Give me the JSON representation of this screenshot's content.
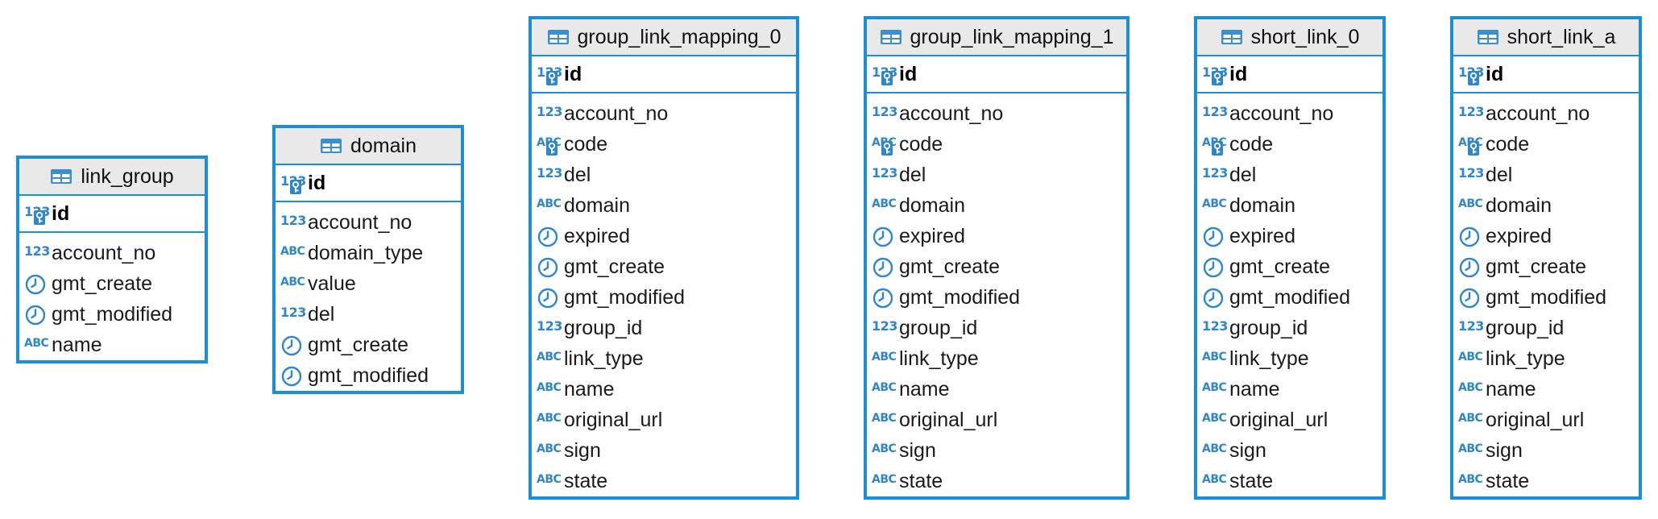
{
  "colors": {
    "border": "#1a8fd6",
    "header_bg": "#e9e9e9",
    "icon": "#2f86c8"
  },
  "entities": [
    {
      "key": "link_group",
      "name": "link_group",
      "pk": {
        "name": "id",
        "type": "number"
      },
      "columns": [
        {
          "name": "account_no",
          "type": "number"
        },
        {
          "name": "gmt_create",
          "type": "datetime"
        },
        {
          "name": "gmt_modified",
          "type": "datetime"
        },
        {
          "name": "name",
          "type": "text"
        }
      ]
    },
    {
      "key": "domain",
      "name": "domain",
      "pk": {
        "name": "id",
        "type": "number"
      },
      "columns": [
        {
          "name": "account_no",
          "type": "number"
        },
        {
          "name": "domain_type",
          "type": "text"
        },
        {
          "name": "value",
          "type": "text"
        },
        {
          "name": "del",
          "type": "number"
        },
        {
          "name": "gmt_create",
          "type": "datetime"
        },
        {
          "name": "gmt_modified",
          "type": "datetime"
        }
      ]
    },
    {
      "key": "group_link_mapping_0",
      "name": "group_link_mapping_0",
      "pk": {
        "name": "id",
        "type": "number"
      },
      "columns": [
        {
          "name": "account_no",
          "type": "number"
        },
        {
          "name": "code",
          "type": "text-key"
        },
        {
          "name": "del",
          "type": "number"
        },
        {
          "name": "domain",
          "type": "text"
        },
        {
          "name": "expired",
          "type": "datetime"
        },
        {
          "name": "gmt_create",
          "type": "datetime"
        },
        {
          "name": "gmt_modified",
          "type": "datetime"
        },
        {
          "name": "group_id",
          "type": "number"
        },
        {
          "name": "link_type",
          "type": "text"
        },
        {
          "name": "name",
          "type": "text"
        },
        {
          "name": "original_url",
          "type": "text"
        },
        {
          "name": "sign",
          "type": "text"
        },
        {
          "name": "state",
          "type": "text"
        }
      ]
    },
    {
      "key": "group_link_mapping_1",
      "name": "group_link_mapping_1",
      "pk": {
        "name": "id",
        "type": "number"
      },
      "columns": [
        {
          "name": "account_no",
          "type": "number"
        },
        {
          "name": "code",
          "type": "text-key"
        },
        {
          "name": "del",
          "type": "number"
        },
        {
          "name": "domain",
          "type": "text"
        },
        {
          "name": "expired",
          "type": "datetime"
        },
        {
          "name": "gmt_create",
          "type": "datetime"
        },
        {
          "name": "gmt_modified",
          "type": "datetime"
        },
        {
          "name": "group_id",
          "type": "number"
        },
        {
          "name": "link_type",
          "type": "text"
        },
        {
          "name": "name",
          "type": "text"
        },
        {
          "name": "original_url",
          "type": "text"
        },
        {
          "name": "sign",
          "type": "text"
        },
        {
          "name": "state",
          "type": "text"
        }
      ]
    },
    {
      "key": "short_link_0",
      "name": "short_link_0",
      "pk": {
        "name": "id",
        "type": "number"
      },
      "columns": [
        {
          "name": "account_no",
          "type": "number"
        },
        {
          "name": "code",
          "type": "text-key"
        },
        {
          "name": "del",
          "type": "number"
        },
        {
          "name": "domain",
          "type": "text"
        },
        {
          "name": "expired",
          "type": "datetime"
        },
        {
          "name": "gmt_create",
          "type": "datetime"
        },
        {
          "name": "gmt_modified",
          "type": "datetime"
        },
        {
          "name": "group_id",
          "type": "number"
        },
        {
          "name": "link_type",
          "type": "text"
        },
        {
          "name": "name",
          "type": "text"
        },
        {
          "name": "original_url",
          "type": "text"
        },
        {
          "name": "sign",
          "type": "text"
        },
        {
          "name": "state",
          "type": "text"
        }
      ]
    },
    {
      "key": "short_link_a",
      "name": "short_link_a",
      "pk": {
        "name": "id",
        "type": "number"
      },
      "columns": [
        {
          "name": "account_no",
          "type": "number"
        },
        {
          "name": "code",
          "type": "text-key"
        },
        {
          "name": "del",
          "type": "number"
        },
        {
          "name": "domain",
          "type": "text"
        },
        {
          "name": "expired",
          "type": "datetime"
        },
        {
          "name": "gmt_create",
          "type": "datetime"
        },
        {
          "name": "gmt_modified",
          "type": "datetime"
        },
        {
          "name": "group_id",
          "type": "number"
        },
        {
          "name": "link_type",
          "type": "text"
        },
        {
          "name": "name",
          "type": "text"
        },
        {
          "name": "original_url",
          "type": "text"
        },
        {
          "name": "sign",
          "type": "text"
        },
        {
          "name": "state",
          "type": "text"
        }
      ]
    }
  ]
}
